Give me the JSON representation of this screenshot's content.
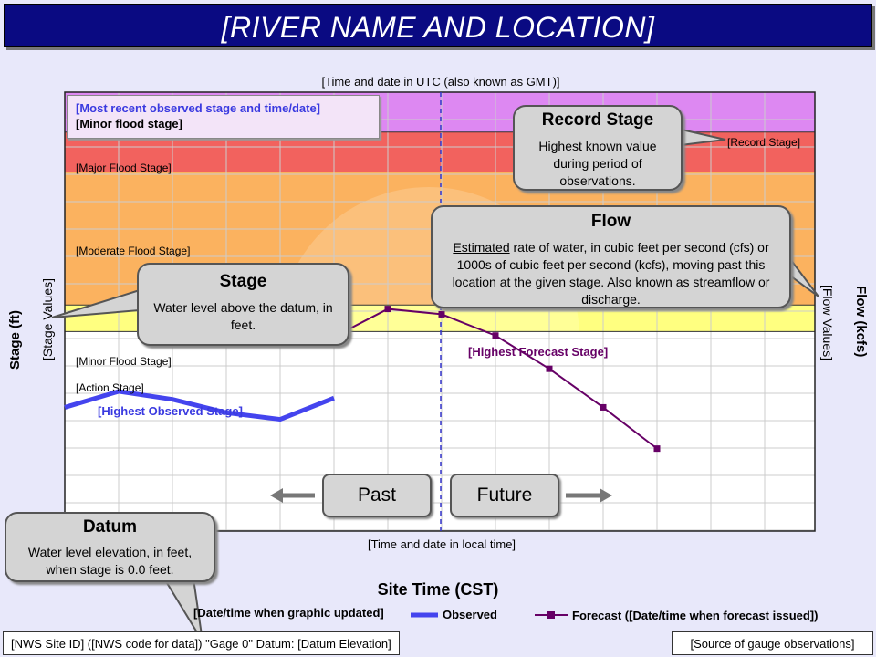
{
  "title": "[RIVER NAME AND LOCATION]",
  "top_axis_label": "[Time and date in UTC (also known as GMT)]",
  "bottom_axis_label": "[Time and date in local time]",
  "site_time_label": "Site Time (CST)",
  "left_axis": {
    "title": "Stage (ft)",
    "values_label": "[Stage Values]"
  },
  "right_axis": {
    "title": "Flow (kcfs)",
    "values_label": "[Flow Values]"
  },
  "info_box": {
    "recent_label": "[Most recent observed stage and time/date]",
    "minor_label": "[Minor flood stage]"
  },
  "flood_bands": {
    "record": "[Record Stage]",
    "major": "[Major Flood Stage]",
    "moderate": "[Moderate Flood Stage]",
    "minor": "[Minor Flood Stage]",
    "action": "[Action Stage]"
  },
  "series_labels": {
    "highest_observed": "[Highest Observed Stage]",
    "highest_forecast": "[Highest Forecast Stage]"
  },
  "callouts": {
    "record": {
      "title": "Record Stage",
      "body": "Highest known value during period of observations."
    },
    "flow": {
      "title": "Flow",
      "body_underlined": "Estimated",
      "body_rest": " rate of water, in cubic feet per second (cfs) or 1000s of cubic feet per second (kcfs), moving past this location at the given stage. Also known as streamflow or discharge."
    },
    "stage": {
      "title": "Stage",
      "body": "Water level above the datum, in feet."
    },
    "datum": {
      "title": "Datum",
      "body": "Water level elevation, in feet, when stage is 0.0 feet."
    }
  },
  "buttons": {
    "past": "Past",
    "future": "Future"
  },
  "legend": {
    "updated": "[Date/time when graphic updated]",
    "observed": "Observed",
    "forecast": "Forecast ([Date/time when forecast issued])"
  },
  "footer": {
    "left": "[NWS Site ID] ([NWS code for data]) \"Gage 0\" Datum: [Datum Elevation]",
    "right": "[Source of gauge observations]"
  },
  "colors": {
    "record_band": "#dd88f2",
    "major_band": "#dd88f2",
    "moderate_band": "#f2625e",
    "minor_band": "#fbb25f",
    "action_band": "#ffff80",
    "observed_line": "#4444ee",
    "forecast_line": "#660066",
    "title_bar": "#0a0a82"
  },
  "chart_data": {
    "type": "line",
    "series": [
      {
        "name": "Observed",
        "x": [
          0,
          2,
          4,
          6,
          8,
          10
        ],
        "y": [
          3.3,
          4.5,
          3.9,
          2.9,
          2.4,
          4.0
        ]
      },
      {
        "name": "Forecast",
        "x": [
          10,
          12,
          14,
          16,
          18,
          20,
          22
        ],
        "y": [
          8.6,
          10.7,
          10.3,
          8.7,
          6.2,
          3.3,
          0.2
        ]
      }
    ],
    "xlim": [
      0,
      20
    ],
    "ylim": [
      -6,
      27
    ],
    "thresholds": {
      "action": 9,
      "minor": 11,
      "moderate": 21,
      "major": 24,
      "record": 27
    },
    "grid": true
  }
}
